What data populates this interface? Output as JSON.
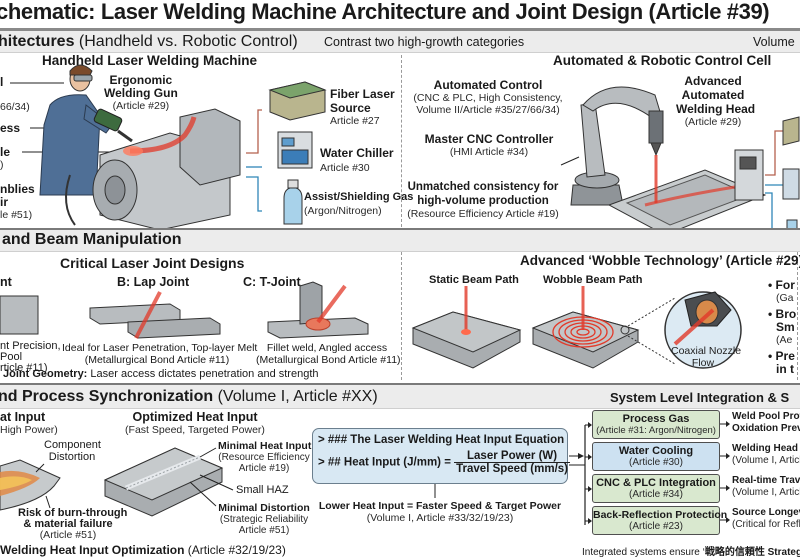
{
  "title": "chematic: Laser Welding Machine Architecture and Joint Design (Article #39)",
  "colors": {
    "laser": "#e23a2a",
    "chiller_blue": "#2f86b8",
    "gas_box_green": "#d9e8cf",
    "water_box_blue": "#cde1f1",
    "metal": "#b8bcbf",
    "equation_box": "#d8e8f3"
  },
  "section1": {
    "band_bold": "hitectures",
    "band_rest": " (Handheld vs. Robotic Control)",
    "band_note": "Contrast two high-growth categories",
    "band_right": "Volume",
    "handheld": {
      "title": "Handheld Laser Welding Machine",
      "left_labels": [
        "l",
        "66/34)",
        "ess",
        "le",
        ")",
        "nblies",
        "ir",
        "le #51)"
      ],
      "gun_label": "Ergonomic",
      "gun_label2": "Welding Gun",
      "gun_article": "(Article #29)",
      "fiber_title": "Fiber Laser",
      "fiber_title2": "Source",
      "fiber_article": "Article #27",
      "chiller_title": "Water Chiller",
      "chiller_article": "Article #30",
      "gas_title": "Assist/Shielding Gas",
      "gas_sub": "(Argon/Nitrogen)"
    },
    "robotic": {
      "title": "Automated & Robotic Control Cell",
      "auto_title": "Automated Control",
      "auto_sub1": "(CNC & PLC, High Consistency,",
      "auto_sub2": "Volume II/Article #35/27/66/34)",
      "cnc_title": "Master CNC Controller",
      "cnc_sub": "(HMI Article #34)",
      "consistency1": "Unmatched consistency for",
      "consistency2": "high-volume production",
      "consistency_sub": "(Resource Efficiency Article #19)",
      "head1": "Advanced",
      "head2": "Automated",
      "head3": "Welding Head",
      "head_article": "(Article #29)"
    }
  },
  "section2": {
    "band_title": "and Beam Manipulation",
    "joints": {
      "title": "Critical Laser Joint Designs",
      "a_title": "nt",
      "a_desc1": "nt Precision,",
      "a_desc2": "Pool",
      "a_desc3": "rticle #11)",
      "b_title": "B: Lap Joint",
      "b_desc1": "Ideal for Laser Penetration, Top-layer Melt",
      "b_desc2": "(Metallurgical Bond Article #11)",
      "c_title": "C: T-Joint",
      "c_desc1": "Fillet weld, Angled access",
      "c_desc2": "(Metallurgical Bond Article #11)",
      "footer_bold": "Joint Geometry:",
      "footer_rest": " Laser access dictates penetration and strength"
    },
    "wobble": {
      "title": "Advanced ‘Wobble Technology’ (Article #29)",
      "static_label": "Static Beam Path",
      "wobble_label": "Wobble Beam Path",
      "nozzle1": "Coaxial Nozzle",
      "nozzle2": "Flow",
      "bullets": [
        {
          "line1": "For",
          "line2": "(Ga"
        },
        {
          "line1": "Bro",
          "line2": "Sm",
          "line3": "(Ae"
        },
        {
          "line1": "Pre",
          "line2": "in t"
        }
      ]
    }
  },
  "section3": {
    "band_bold": "nd Process Synchronization",
    "band_rest": " (Volume I, Article #XX)",
    "high_heat": {
      "title": "at Input",
      "sub": "High Power)",
      "distortion1": "Component",
      "distortion2": "Distortion",
      "risk1": "Risk of burn-through",
      "risk2": "& material failure",
      "risk3": "(Article #51)"
    },
    "optimized": {
      "title": "Optimized Heat Input",
      "sub": "(Fast Speed, Targeted Power)",
      "minimal_heat": "Minimal Heat Input",
      "minimal_heat_sub1": "(Resource Efficiency",
      "minimal_heat_sub2": "Article #19)",
      "small_haz": "Small HAZ",
      "minimal_dist": "Minimal Distortion",
      "minimal_dist_sub1": "(Strategic Reliability",
      "minimal_dist_sub2": "Article #51)"
    },
    "footer_bold": "Welding Heat Input Optimization",
    "footer_rest": " (Article #32/19/23)",
    "equation": {
      "line1": "> ### The Laser Welding Heat Input Equation",
      "line2_prefix": "> ## Heat Input (J/mm) =",
      "numerator": "Laser Power (W)",
      "denominator": "Travel Speed (mm/s)",
      "note1": "Lower Heat Input = Faster Speed & Target Power",
      "note2": "(Volume I, Article #33/32/19/23)"
    },
    "integration": {
      "title": "System Level Integration & S",
      "boxes": [
        {
          "title": "Process Gas",
          "sub": "(Article #31: Argon/Nitrogen)",
          "out1": "Weld Pool Protec",
          "out2": "Oxidation Prever"
        },
        {
          "title": "Water Cooling",
          "sub": "(Article #30)",
          "out1": "Welding Head &",
          "out2": "(Volume I, Article"
        },
        {
          "title": "CNC & PLC Integration",
          "sub": "(Article #34)",
          "out1": "Real-time Travel S",
          "out2": "(Volume I, Article"
        },
        {
          "title": "Back-Reflection Protection",
          "sub": "(Article #23)",
          "out1": "Source Longevit",
          "out2": "(Critical for Reflec"
        }
      ],
      "footer_prefix": "Integrated systems ensure ‘",
      "footer_bold": "戦略的信頼性 Strategic Re"
    }
  }
}
